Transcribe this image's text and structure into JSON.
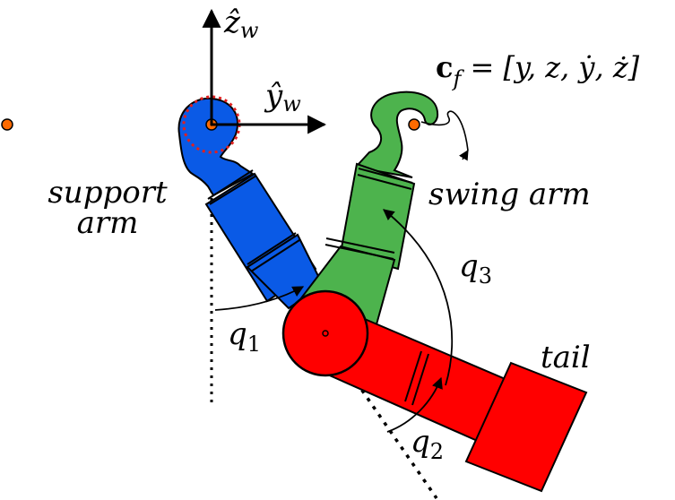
{
  "labels": {
    "z_axis": "ẑ",
    "z_sub": "w",
    "y_axis": "ŷ",
    "y_sub": "w",
    "support_line1": "support",
    "support_line2": "arm",
    "swing": "swing arm",
    "tail": "tail",
    "q1": "q",
    "q1_sub": "1",
    "q2": "q",
    "q2_sub": "2",
    "q3": "q",
    "q3_sub": "3",
    "cf_bold": "c",
    "cf_sub": "f",
    "cf_rhs": " = [y, z, ẏ, ż]"
  },
  "colors": {
    "support_arm": "#0a5ae6",
    "swing_arm": "#4db34d",
    "tail": "#ff0000",
    "pivot": "#ff6a00",
    "grip_circle": "#e02020"
  }
}
